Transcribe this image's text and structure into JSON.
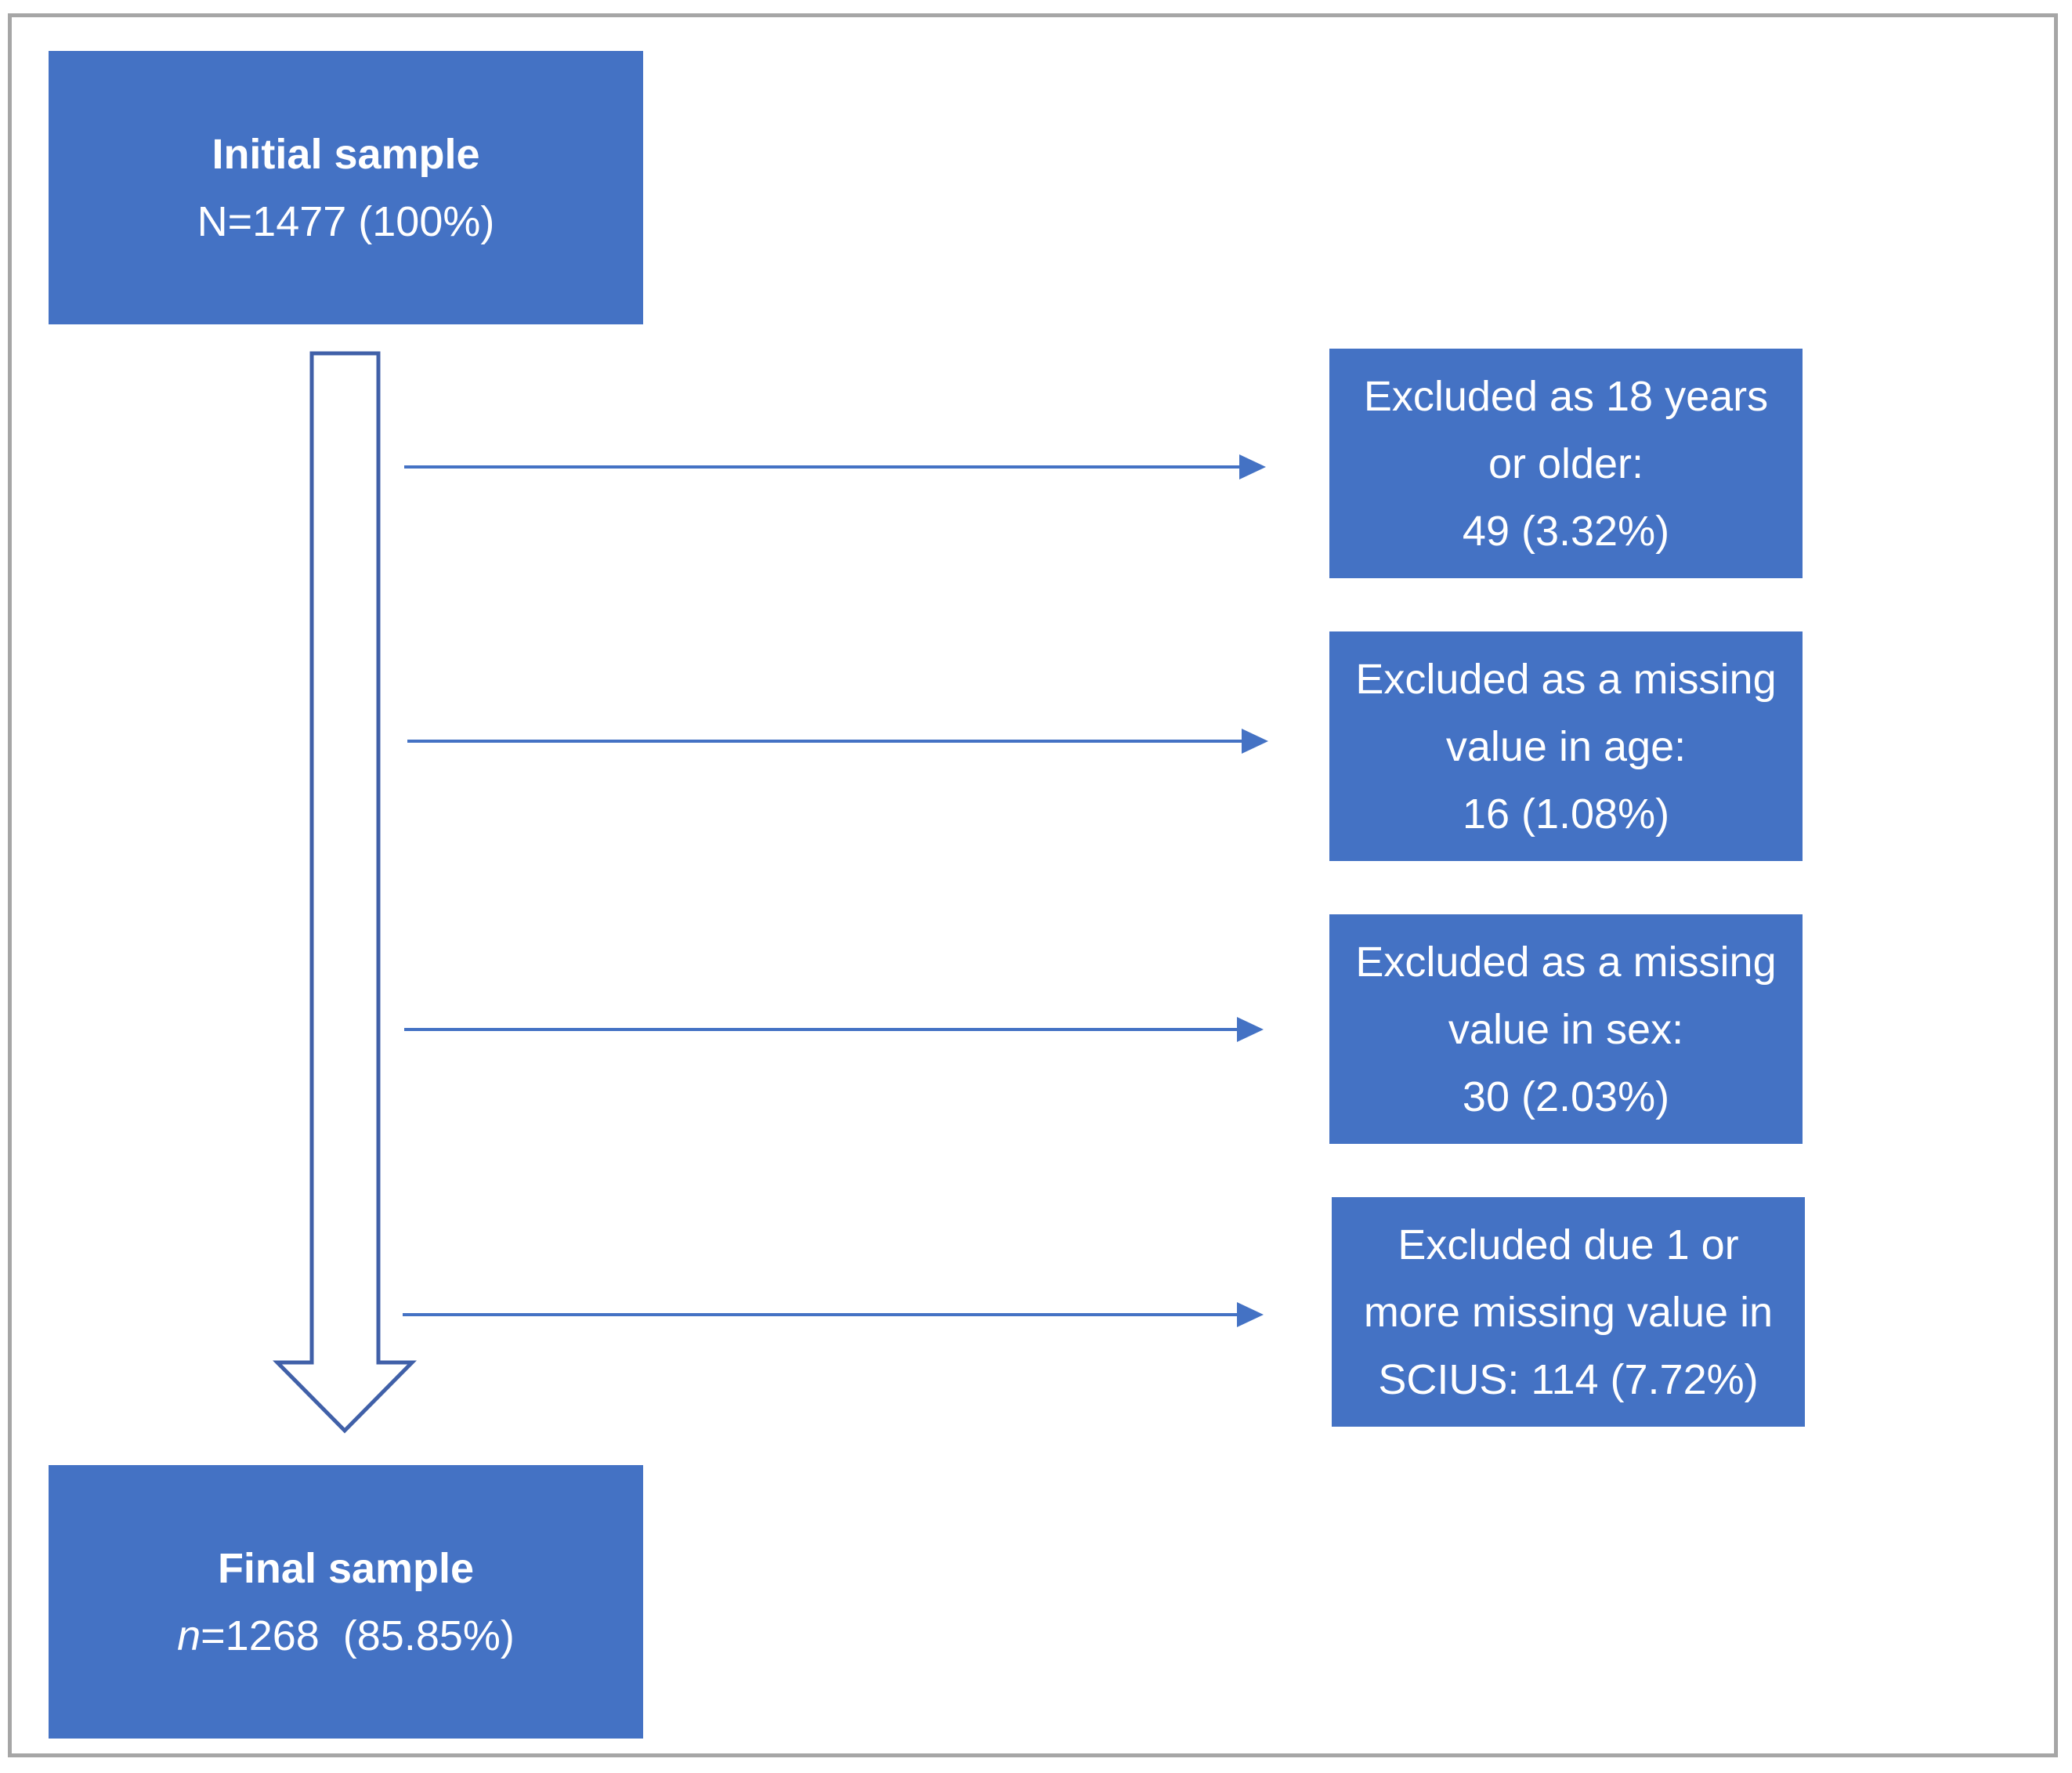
{
  "initial": {
    "title": "Initial sample",
    "count": "N=1477 (100%)"
  },
  "final": {
    "title": "Final sample",
    "count_var": "n",
    "count_rest": "=1268  (85.85%)"
  },
  "exclusions": [
    {
      "lines": [
        "Excluded as 18 years",
        "or older:",
        "49 (3.32%)"
      ]
    },
    {
      "lines": [
        "Excluded as a missing",
        "value in age:",
        "16 (1.08%)"
      ]
    },
    {
      "lines": [
        "Excluded as a missing",
        "value in sex:",
        "30 (2.03%)"
      ]
    },
    {
      "lines": [
        "Excluded due 1 or",
        "more missing value in",
        "SCIUS: 114 (7.72%)"
      ]
    }
  ],
  "colors": {
    "box_fill": "#4472c4",
    "box_text": "#ffffff",
    "arrow": "#4472c4",
    "frame": "#a6a6a6"
  }
}
